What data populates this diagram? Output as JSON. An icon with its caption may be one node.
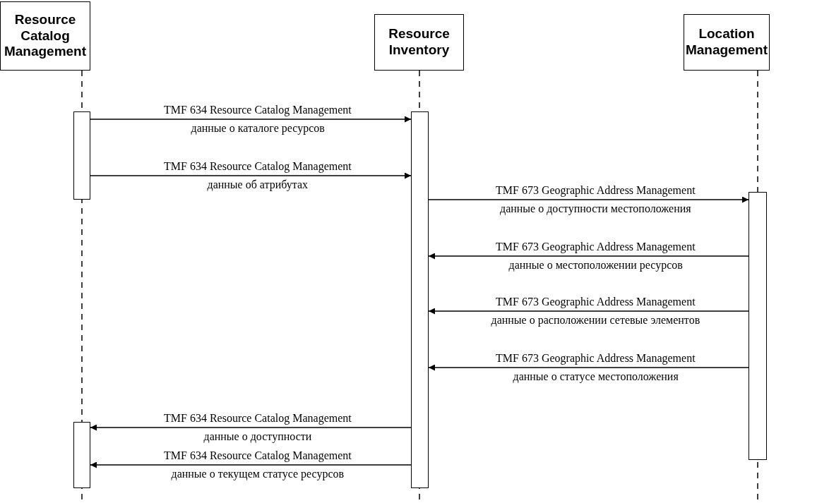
{
  "diagram": {
    "nodes": [
      {
        "text": [
          "Resource Catalog Management"
        ]
      },
      {
        "text": [
          "Resource Inventory"
        ]
      },
      {
        "text": [
          "Location Management"
        ]
      },
      {
        "text": [],
        "shape": "bar"
      },
      {
        "text": [],
        "shape": "bar"
      },
      {
        "text": [],
        "shape": "bar"
      },
      {
        "text": [],
        "shape": "bar"
      }
    ],
    "edges": [
      {
        "from": 3,
        "to": 4,
        "arrow": "to",
        "label": "TMF 634 Resource Catalog Management"
      },
      {
        "from": 3,
        "to": 4,
        "arrow": "to",
        "label": "TMF 634 Resource Catalog Management"
      },
      {
        "from": 4,
        "to": 5,
        "arrow": "to",
        "label": "TMF 673 Geographic Address Management"
      },
      {
        "from": 5,
        "to": 4,
        "arrow": "to",
        "label": "TMF 673 Geographic Address Management"
      },
      {
        "from": 5,
        "to": 4,
        "arrow": "to",
        "label": "TMF 673 Geographic Address Management"
      },
      {
        "from": 5,
        "to": 4,
        "arrow": "to",
        "label": "TMF 673 Geographic Address Management"
      },
      {
        "from": 4,
        "to": 6,
        "arrow": "to",
        "label": "TMF 634 Resource Catalog Management"
      },
      {
        "from": 4,
        "to": 6,
        "arrow": "to",
        "label": "TMF 634 Resource Catalog Management"
      }
    ],
    "labels": [
      "данные о каталоге ресурсов",
      "данные об атрибутах",
      "данные о доступности местоположения",
      "данные о местоположении ресурсов",
      "данные о расположении сетевые элементов",
      "данные о статусе местоположения",
      "данные о доступности",
      "данные о текущем статусе ресурсов"
    ]
  }
}
